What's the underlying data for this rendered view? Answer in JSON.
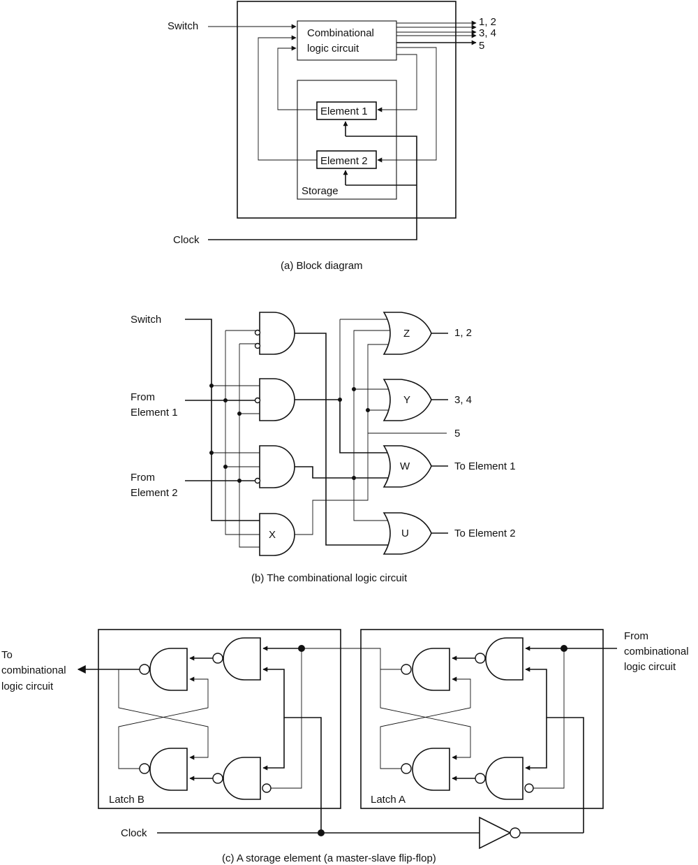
{
  "part_a": {
    "caption": "(a) Block diagram",
    "switch_label": "Switch",
    "clock_label": "Clock",
    "clc_label_line1": "Combinational",
    "clc_label_line2": "logic circuit",
    "element1": "Element 1",
    "element2": "Element 2",
    "storage": "Storage",
    "out_12": "1, 2",
    "out_34": "3, 4",
    "out_5": "5"
  },
  "part_b": {
    "caption": "(b) The combinational logic circuit",
    "switch_label": "Switch",
    "from_e1_line1": "From",
    "from_e1_line2": "Element 1",
    "from_e2_line1": "From",
    "from_e2_line2": "Element 2",
    "gate_z": "Z",
    "gate_y": "Y",
    "gate_w": "W",
    "gate_u": "U",
    "gate_x": "X",
    "out_12": "1, 2",
    "out_34": "3, 4",
    "out_5": "5",
    "to_e1": "To Element 1",
    "to_e2": "To Element 2"
  },
  "part_c": {
    "caption": "(c) A storage element (a master-slave flip-flop)",
    "to_clc_line1": "To",
    "to_clc_line2": "combinational",
    "to_clc_line3": "logic circuit",
    "from_clc_line1": "From",
    "from_clc_line2": "combinational",
    "from_clc_line3": "logic circuit",
    "latch_b": "Latch B",
    "latch_a": "Latch A",
    "clock_label": "Clock"
  }
}
